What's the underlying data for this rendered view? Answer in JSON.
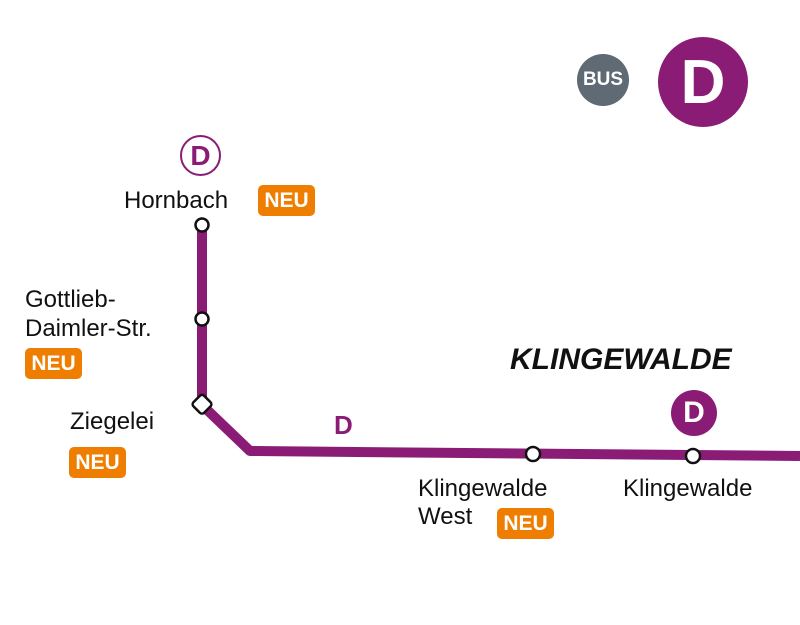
{
  "colors": {
    "line": "#8b1c75",
    "bus": "#5f6a74",
    "neu": "#ef7d00"
  },
  "legend": {
    "bus_label": "BUS",
    "line_label": "D"
  },
  "district": "KLINGEWALDE",
  "line_label": "D",
  "neu_label": "NEU",
  "stations": [
    {
      "name": "Hornbach",
      "neu": true,
      "transfer": "D"
    },
    {
      "name_line1": "Gottlieb-",
      "name_line2": "Daimler-Str.",
      "neu": true
    },
    {
      "name": "Ziegelei",
      "neu": true
    },
    {
      "name_line1": "Klingewalde",
      "name_line2": "West",
      "neu": true
    },
    {
      "name": "Klingewalde",
      "transfer": "D"
    }
  ]
}
